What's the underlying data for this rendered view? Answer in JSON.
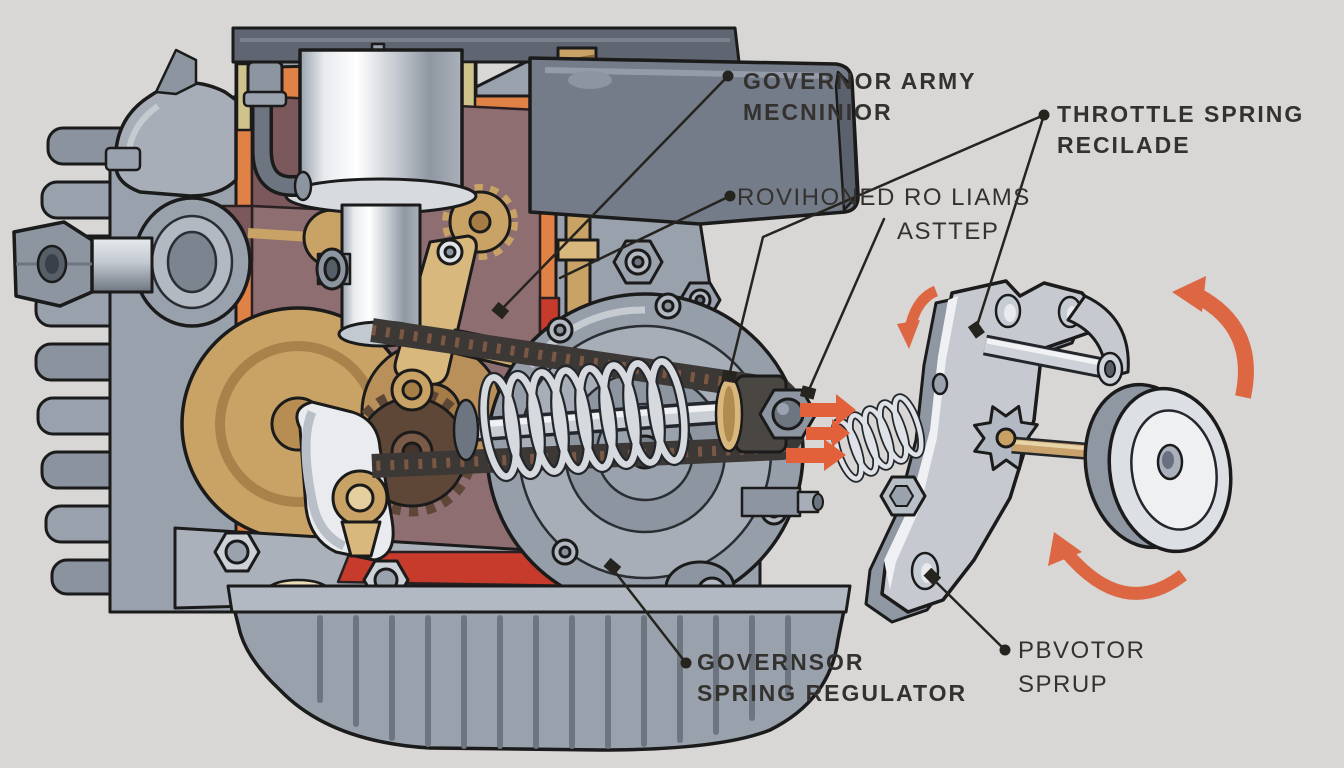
{
  "figure_title": "Engine governor mechanism cutaway diagram",
  "background_color": "#d8d7d5",
  "palette": {
    "outline": "#1b1b1b",
    "cutaway_orange": "#e08145",
    "arrow_orange": "#dd6743",
    "label_color": "#34322f",
    "metal_gray": "#99a1ad",
    "chrome": "#e9ebee",
    "brass": "#c9a265",
    "interior_mauve": "#8f6e72",
    "cut_red": "#c63b2b",
    "belt_dark": "#3c3835"
  },
  "labels": {
    "governor_arm": {
      "line1": "GOVERNOR ARMY",
      "line2": "MECNINIOR"
    },
    "throttle_spring": {
      "line1": "THROTTLE SPRING",
      "line2": "RECILADE"
    },
    "rod_assembly": {
      "line1": "ROVIHONED RO LIAMS",
      "line2": "ASTTEP"
    },
    "governor_spring": {
      "line1": "GOVERNSOR",
      "line2": "SPRING REGULATOR"
    },
    "pivot_spring": {
      "line1": "PBVOTOR",
      "line2": "SPRUP"
    }
  },
  "annotation_markers": {
    "leader_dots": 5,
    "leader_squares": 6,
    "straight_arrows_right": 3,
    "curved_arrows": 3
  },
  "depicted_parts": [
    "cooling-fins",
    "crankshaft-stub",
    "valve-cover",
    "cylinder",
    "threaded-adjuster",
    "air-box",
    "flywheel",
    "governor-gear",
    "governor-arm",
    "pivot-lever",
    "timing-belt",
    "governor-spring",
    "shaft-nut",
    "crankcase-cover",
    "oil-pan",
    "bracket-plate",
    "control-rod",
    "return-spring",
    "star-adjuster",
    "pivot-pin",
    "throttle-disc"
  ]
}
